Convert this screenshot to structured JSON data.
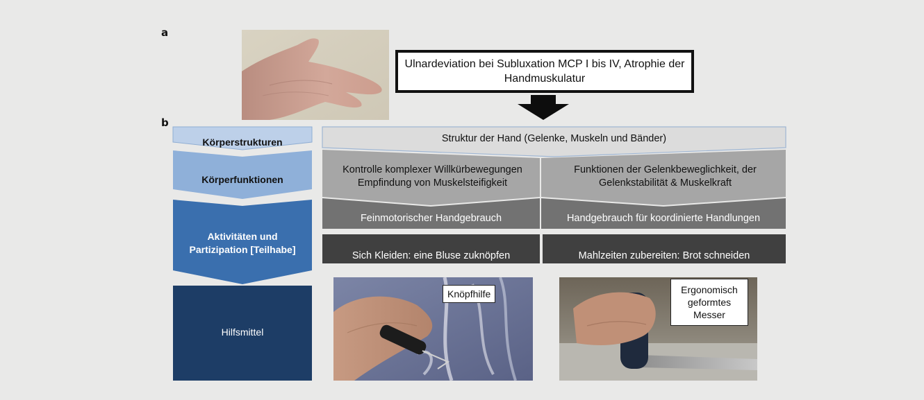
{
  "panel_labels": {
    "a": "a",
    "b": "b"
  },
  "callout": {
    "text": "Ulnardeviation bei Subluxation MCP I bis IV, Atrophie der Handmuskulatur"
  },
  "levels": [
    {
      "label": "Körperstrukturen"
    },
    {
      "label": "Körperfunktionen"
    },
    {
      "label": "Aktivitäten und Partizipation [Teilhabe]"
    },
    {
      "label": "Hilfsmittel"
    }
  ],
  "structure_row": {
    "text": "Struktur der Hand (Gelenke, Muskeln und Bänder)"
  },
  "function_row": {
    "left": "Kontrolle komplexer Willkürbewegungen Empfindung von Muskelsteifigkeit",
    "right": "Funktionen der Gelenkbeweglichkeit, der Gelenkstabilität & Muskelkraft"
  },
  "activity_row": {
    "left": "Feinmotorischer Handgebrauch",
    "right": "Handgebrauch für koordinierte Handlungen"
  },
  "participation_row": {
    "left": "Sich Kleiden: eine Bluse zuknöpfen",
    "right": "Mahlzeiten zubereiten: Brot schneiden"
  },
  "aids": {
    "left_label": "Knöpfhilfe",
    "right_label": "Ergonomisch geformtes Messer"
  },
  "colors": {
    "level1": "#bdd0e9",
    "level2": "#8fb0d9",
    "level3": "#3a6fae",
    "level4": "#1d3d66",
    "structure_fill": "#dcdcdc",
    "function_fill": "#a6a6a6",
    "activity_fill": "#727272",
    "participation_fill": "#404040"
  },
  "icons": [
    "down-arrow-icon"
  ]
}
